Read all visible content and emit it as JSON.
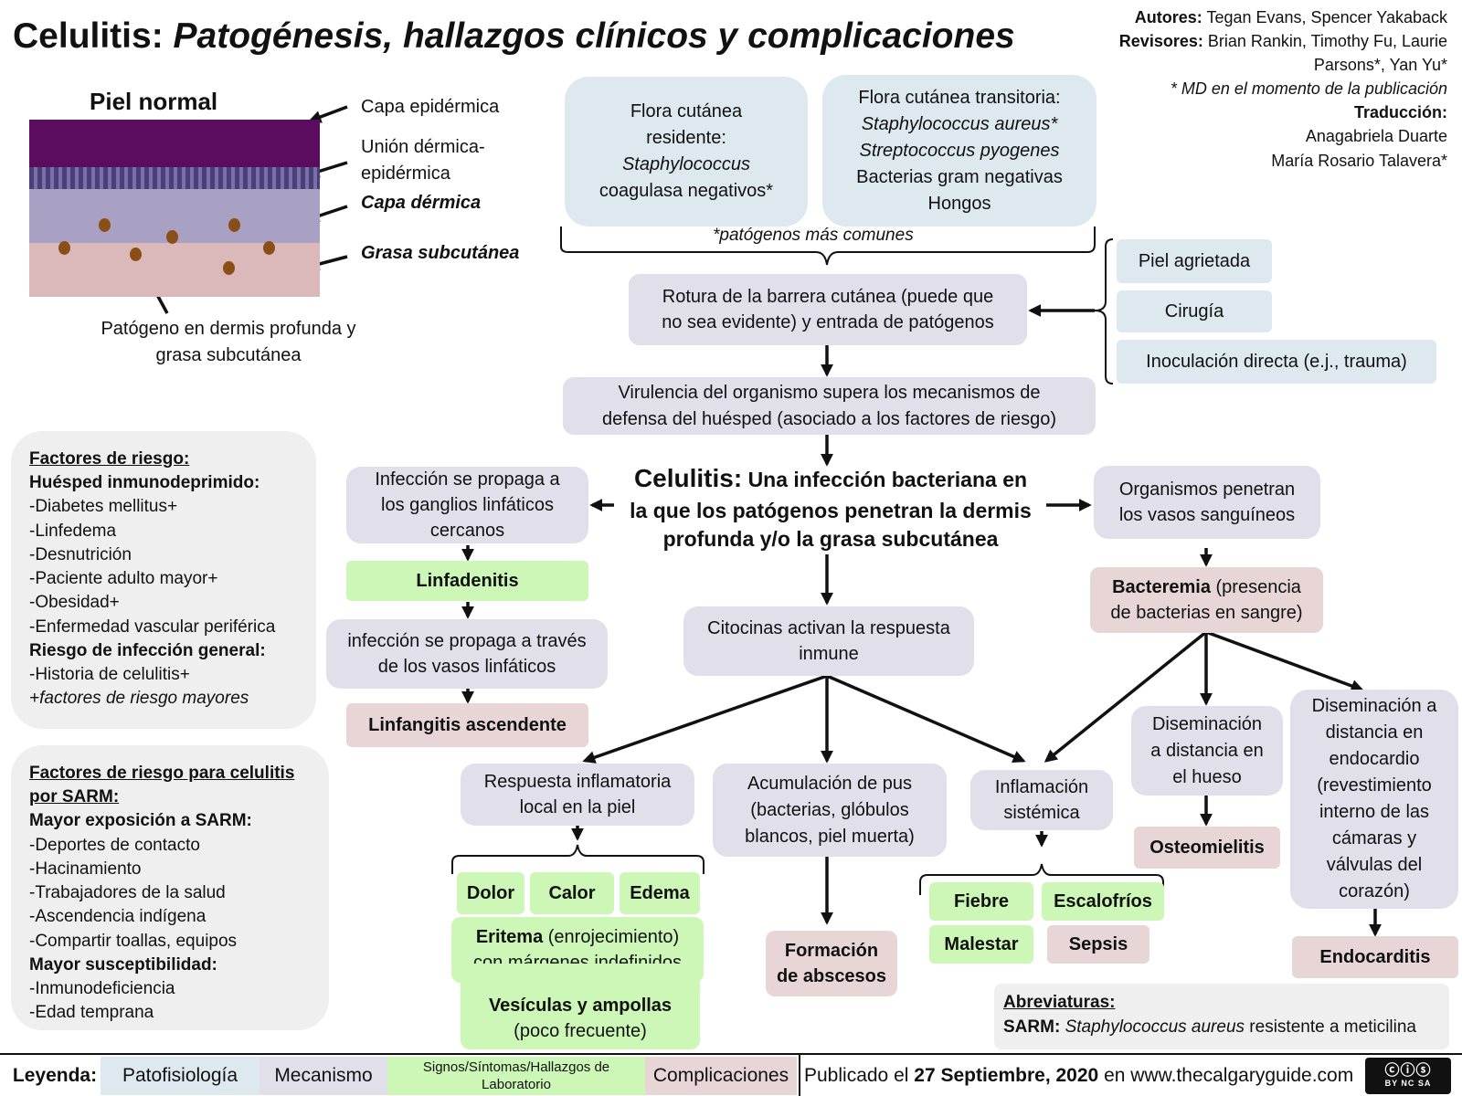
{
  "title": {
    "main": "Celulitis:",
    "sub": "Patogénesis, hallazgos clínicos y complicaciones"
  },
  "credits": {
    "authors_label": "Autores:",
    "authors": "Tegan Evans, Spencer Yakaback",
    "reviewers_label": "Revisores:",
    "reviewers": "Brian Rankin, Timothy Fu, Laurie Parsons*, Yan Yu*",
    "md_note": "* MD en el momento de la publicación",
    "translation_label": "Traducción:",
    "translator_1": "Anagabriela Duarte",
    "translator_2": "María Rosario Talavera*"
  },
  "skin": {
    "title": "Piel normal",
    "epidermis": "Capa epidérmica",
    "junction_1": "Unión dérmica-",
    "junction_2": "epidérmica",
    "dermis": "Capa dérmica",
    "fat": "Grasa subcutánea",
    "pathogen_1": "Patógeno en dermis profunda y",
    "pathogen_2": "grasa subcutánea"
  },
  "flora": {
    "resident_1": "Flora cutánea",
    "resident_2": "residente:",
    "resident_3": "Staphylococcus",
    "resident_4": "coagulasa negativos*",
    "transient_1": "Flora cutánea transitoria:",
    "transient_2": "Staphylococcus aureus*",
    "transient_3": "Streptococcus pyogenes",
    "transient_4": "Bacterias gram negativas",
    "transient_5": "Hongos",
    "common_note": "*patógenos más comunes"
  },
  "entry": {
    "cracked": "Piel agrietada",
    "surgery": "Cirugía",
    "inoculation": "Inoculación directa (e.j., trauma)",
    "barrier_1": "Rotura de la barrera cutánea (puede que",
    "barrier_2": "no sea evidente) y entrada de patógenos",
    "virulence_1": "Virulencia del organismo supera los mecanismos de",
    "virulence_2": "defensa del huésped (asociado a los factores de riesgo)"
  },
  "central": {
    "term": "Celulitis:",
    "def_1": "Una infección bacteriana en",
    "def_2": "la que los patógenos penetran la dermis",
    "def_3": "profunda y/o la grasa subcutánea"
  },
  "lymph": {
    "spread_nodes_1": "Infección se propaga a",
    "spread_nodes_2": "los ganglios linfáticos",
    "spread_nodes_3": "cercanos",
    "lymphadenitis": "Linfadenitis",
    "spread_vessels_1": "infección se propaga a través",
    "spread_vessels_2": "de los vasos linfáticos",
    "lymphangitis": "Linfangitis ascendente"
  },
  "blood": {
    "penetrate_1": "Organismos penetran",
    "penetrate_2": "los vasos sanguíneos",
    "bacteremia_bold": "Bacteremia",
    "bacteremia_rest": "(presencia",
    "bacteremia_2": "de bacterias en sangre)",
    "bone_1": "Diseminación",
    "bone_2": "a distancia en",
    "bone_3": "el hueso",
    "osteomyelitis": "Osteomielitis",
    "endo_1": "Diseminación a",
    "endo_2": "distancia en",
    "endo_3": "endocardio",
    "endo_4": "(revestimiento",
    "endo_5": "interno de las",
    "endo_6": "cámaras y",
    "endo_7": "válvulas del",
    "endo_8": "corazón)",
    "endocarditis": "Endocarditis"
  },
  "immune": {
    "cytokines_1": "Citocinas activan la respuesta",
    "cytokines_2": "inmune",
    "local_1": "Respuesta inflamatoria",
    "local_2": "local en la piel",
    "pain": "Dolor",
    "heat": "Calor",
    "edema": "Edema",
    "erythema_bold": "Eritema",
    "erythema_rest": "(enrojecimiento)",
    "erythema_2": "con márgenes indefinidos",
    "vesicles": "Vesículas y ampollas",
    "vesicles_2": "(poco frecuente)",
    "pus_1": "Acumulación de pus",
    "pus_2": "(bacterias, glóbulos",
    "pus_3": "blancos, piel muerta)",
    "abscess_1": "Formación",
    "abscess_2": "de abscesos",
    "systemic_1": "Inflamación",
    "systemic_2": "sistémica",
    "fever": "Fiebre",
    "chills": "Escalofríos",
    "malaise": "Malestar",
    "sepsis": "Sepsis"
  },
  "risk_factors": {
    "heading": "Factores de riesgo:",
    "immuno_heading": "Huésped inmunodeprimido:",
    "items_1": [
      "-Diabetes mellitus+",
      "-Linfedema",
      "-Desnutrición",
      "-Paciente adulto mayor+",
      "-Obesidad+",
      "-Enfermedad vascular periférica"
    ],
    "general_heading": "Riesgo de infección general:",
    "items_2": [
      "-Historia de celulitis+"
    ],
    "note": "+factores de riesgo mayores"
  },
  "mrsa_risk": {
    "heading_1": "Factores de riesgo para celulitis",
    "heading_2": "por SARM:",
    "exposure_heading": "Mayor exposición a SARM:",
    "items_1": [
      "-Deportes de contacto",
      "-Hacinamiento",
      "-Trabajadores de la salud",
      "-Ascendencia indígena",
      "-Compartir toallas, equipos"
    ],
    "susceptibility_heading": "Mayor susceptibilidad:",
    "items_2": [
      "-Inmunodeficiencia",
      "-Edad temprana"
    ]
  },
  "abbreviations": {
    "heading": "Abreviaturas:",
    "term": "SARM:",
    "expansion_italic": "Staphylococcus aureus",
    "expansion_rest": "resistente a meticilina"
  },
  "legend": {
    "label": "Leyenda:",
    "patho": "Patofisiología",
    "mech": "Mecanismo",
    "signs_1": "Signos/Síntomas/Hallazgos de",
    "signs_2": "Laboratorio",
    "comp": "Complicaciones",
    "published_1": "Publicado el",
    "published_date": "27 Septiembre, 2020",
    "published_2": "en www.thecalgaryguide.com",
    "license": "BY NC SA"
  },
  "colors": {
    "pathophysiology": "#dde9ef",
    "mechanism": "#e1dfea",
    "signs": "#cdf7b7",
    "complications": "#e8d6d6",
    "epidermis": "#5c0c5e",
    "dermis": "#a9a1c4",
    "fat": "#dbb8b9"
  }
}
